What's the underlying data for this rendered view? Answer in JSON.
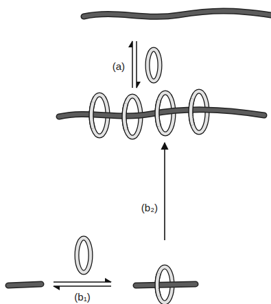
{
  "diagram": {
    "labels": [
      "(a)",
      "(b₁)",
      "(b₂)"
    ]
  }
}
